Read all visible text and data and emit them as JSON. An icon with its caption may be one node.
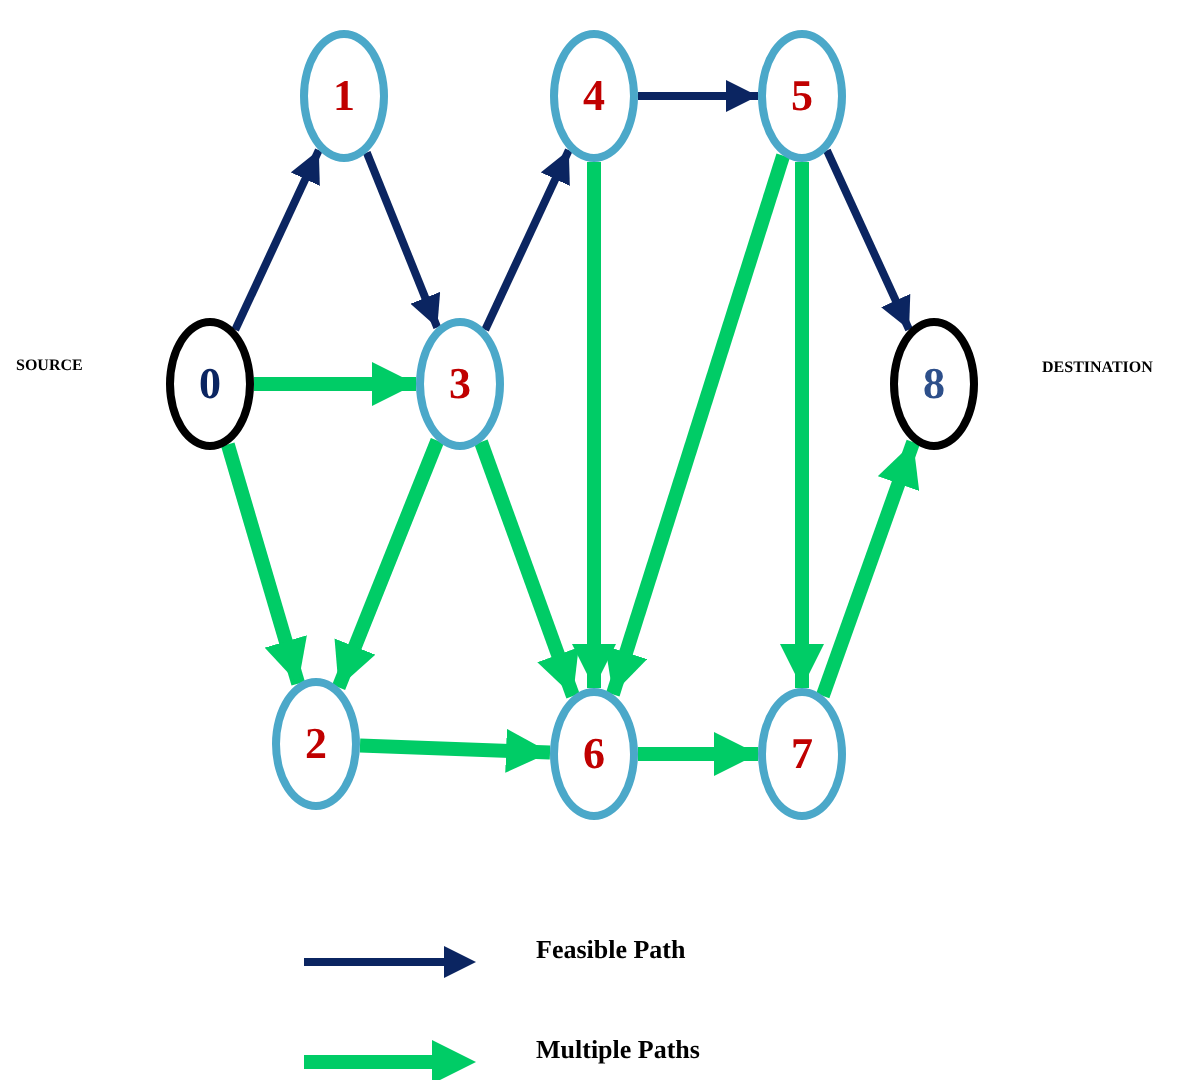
{
  "diagram": {
    "nodes": [
      {
        "text": [
          "0"
        ]
      },
      {
        "text": [
          "1"
        ]
      },
      {
        "text": [
          "2"
        ]
      },
      {
        "text": [
          "3"
        ]
      },
      {
        "text": [
          "4"
        ]
      },
      {
        "text": [
          "5"
        ]
      },
      {
        "text": [
          "6"
        ]
      },
      {
        "text": [
          "7"
        ]
      },
      {
        "text": [
          "8"
        ]
      }
    ],
    "edges": [
      {
        "from": 0,
        "to": 1,
        "arrow": "to",
        "color": "#0b2561"
      },
      {
        "from": 1,
        "to": 3,
        "arrow": "to",
        "color": "#0b2561"
      },
      {
        "from": 3,
        "to": 4,
        "arrow": "to",
        "color": "#0b2561"
      },
      {
        "from": 4,
        "to": 5,
        "arrow": "to",
        "color": "#0b2561"
      },
      {
        "from": 5,
        "to": 8,
        "arrow": "to",
        "color": "#0b2561"
      },
      {
        "from": 0,
        "to": 3,
        "arrow": "to"
      },
      {
        "from": 0,
        "to": 2,
        "arrow": "to"
      },
      {
        "from": 3,
        "to": 2,
        "arrow": "to"
      },
      {
        "from": 3,
        "to": 6,
        "arrow": "to"
      },
      {
        "from": 4,
        "to": 6,
        "arrow": "to"
      },
      {
        "from": 5,
        "to": 6,
        "arrow": "to"
      },
      {
        "from": 5,
        "to": 7,
        "arrow": "to"
      },
      {
        "from": 2,
        "to": 6,
        "arrow": "to"
      },
      {
        "from": 6,
        "to": 7,
        "arrow": "to"
      },
      {
        "from": 7,
        "to": 8,
        "arrow": "to"
      }
    ],
    "labels": [
      "SOURCE",
      "DESTINATION"
    ],
    "legend": [
      {
        "text": "Feasible Path"
      },
      {
        "text": "Multiple Paths"
      }
    ]
  }
}
